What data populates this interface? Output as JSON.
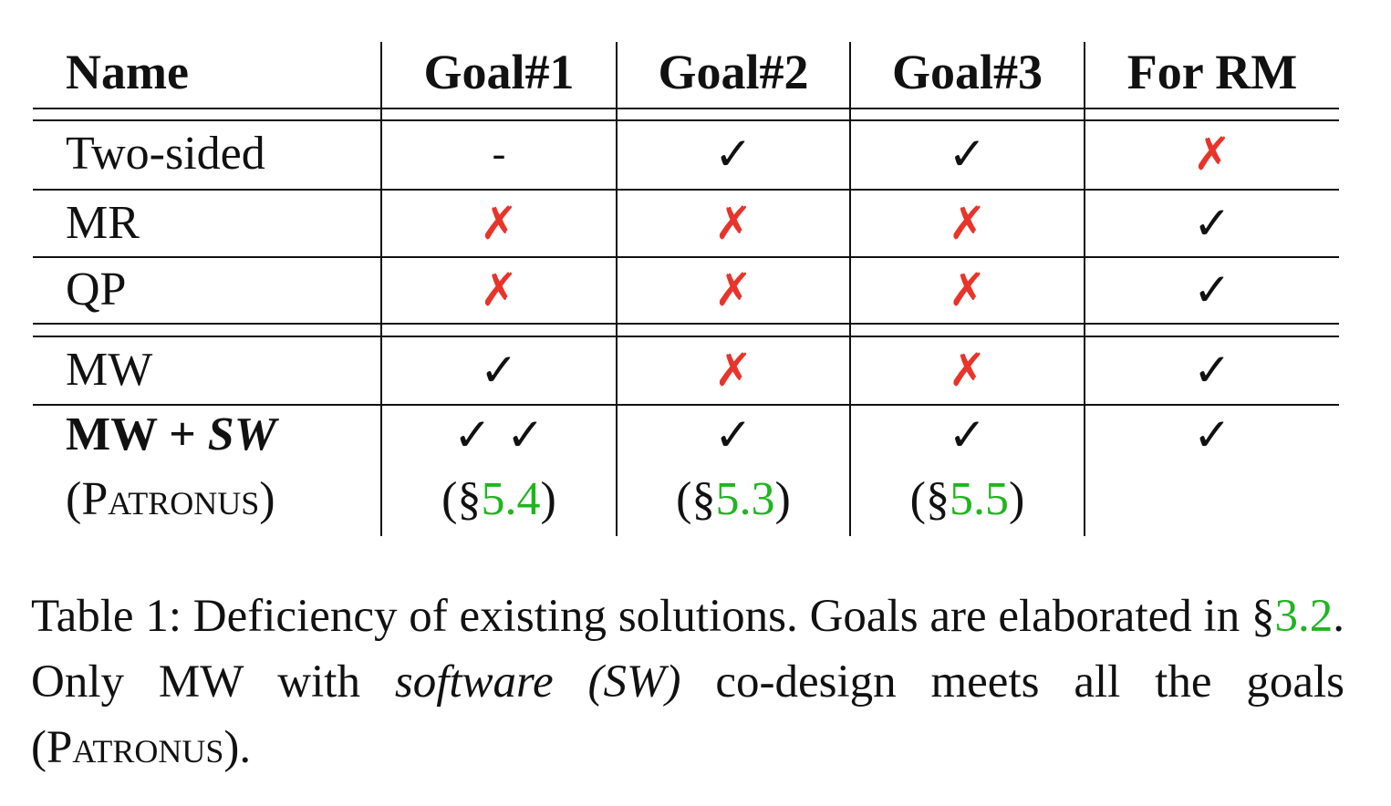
{
  "table": {
    "headers": [
      "Name",
      "Goal#1",
      "Goal#2",
      "Goal#3",
      "For RM"
    ],
    "rows": [
      {
        "name": "Two-sided",
        "goal1": "-",
        "goal2": "✓",
        "goal3": "✓",
        "rm": "✗"
      },
      {
        "name": "MR",
        "goal1": "✗",
        "goal2": "✗",
        "goal3": "✗",
        "rm": "✓"
      },
      {
        "name": "QP",
        "goal1": "✗",
        "goal2": "✗",
        "goal3": "✗",
        "rm": "✓"
      },
      {
        "name": "MW",
        "goal1": "✓",
        "goal2": "✗",
        "goal3": "✗",
        "rm": "✓"
      },
      {
        "name_bold": "MW + ",
        "name_bold_italic": "SW",
        "name_line2_open": "(",
        "name_line2_sc": "Patronus",
        "name_line2_close": ")",
        "goal1": "✓ ✓",
        "goal2": "✓",
        "goal3": "✓",
        "rm": "✓",
        "goal1_ref_open": "(§",
        "goal1_ref": "5.4",
        "goal1_ref_close": ")",
        "goal2_ref_open": "(§",
        "goal2_ref": "5.3",
        "goal2_ref_close": ")",
        "goal3_ref_open": "(§",
        "goal3_ref": "5.5",
        "goal3_ref_close": ")"
      }
    ]
  },
  "caption": {
    "part1": "Table 1: Deficiency of existing solutions. Goals are elaborated in §",
    "ref": "3.2",
    "part2": ". Only MW with ",
    "italic": "software (SW)",
    "part3": " co-design meets all the goals (",
    "sc": "Patronus",
    "part4": ")."
  },
  "colors": {
    "cross": "#e8342a",
    "link": "#1fb51f",
    "text": "#111111"
  }
}
